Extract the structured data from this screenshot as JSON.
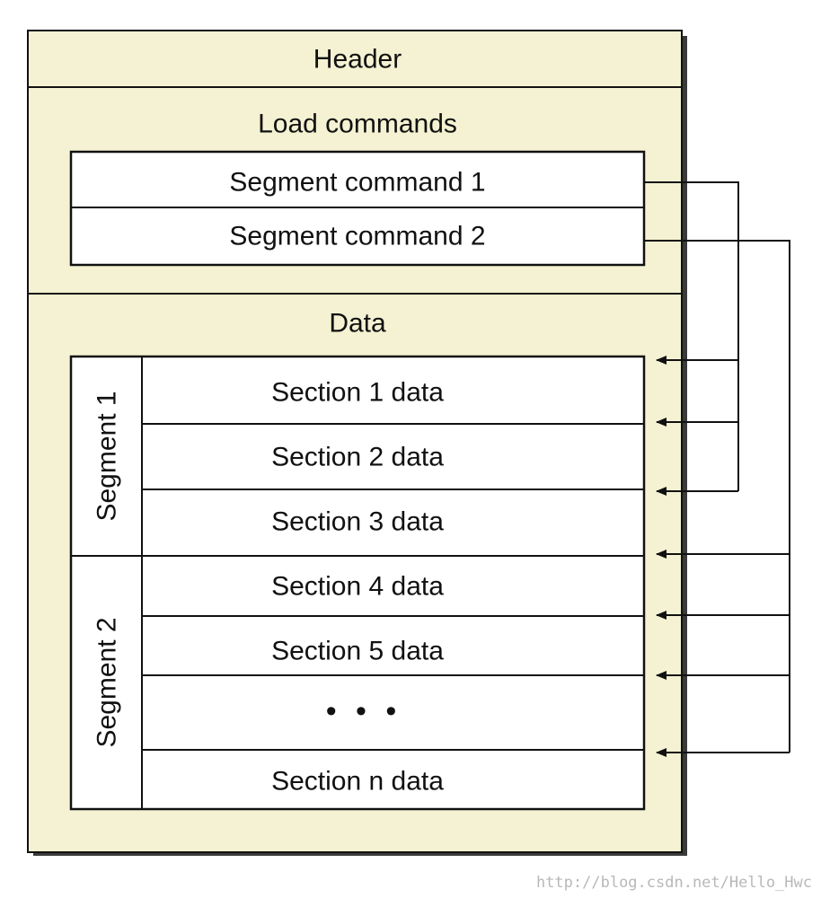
{
  "header": {
    "label": "Header"
  },
  "load_commands": {
    "label": "Load commands",
    "commands": [
      {
        "label": "Segment command 1"
      },
      {
        "label": "Segment command 2"
      }
    ]
  },
  "data": {
    "label": "Data",
    "segments": [
      {
        "label": "Segment  1"
      },
      {
        "label": "Segment  2"
      }
    ],
    "sections": [
      {
        "label": "Section 1 data"
      },
      {
        "label": "Section 2 data"
      },
      {
        "label": "Section 3 data"
      },
      {
        "label": "Section 4 data"
      },
      {
        "label": "Section 5 data"
      },
      {
        "label": "• • •"
      },
      {
        "label": "Section n data"
      }
    ]
  },
  "colors": {
    "background": "#f4f2d2",
    "line": "#111111",
    "box_fill": "#ffffff",
    "shadow": "#3a3a3a"
  },
  "watermark": "http://blog.csdn.net/Hello_Hwc"
}
